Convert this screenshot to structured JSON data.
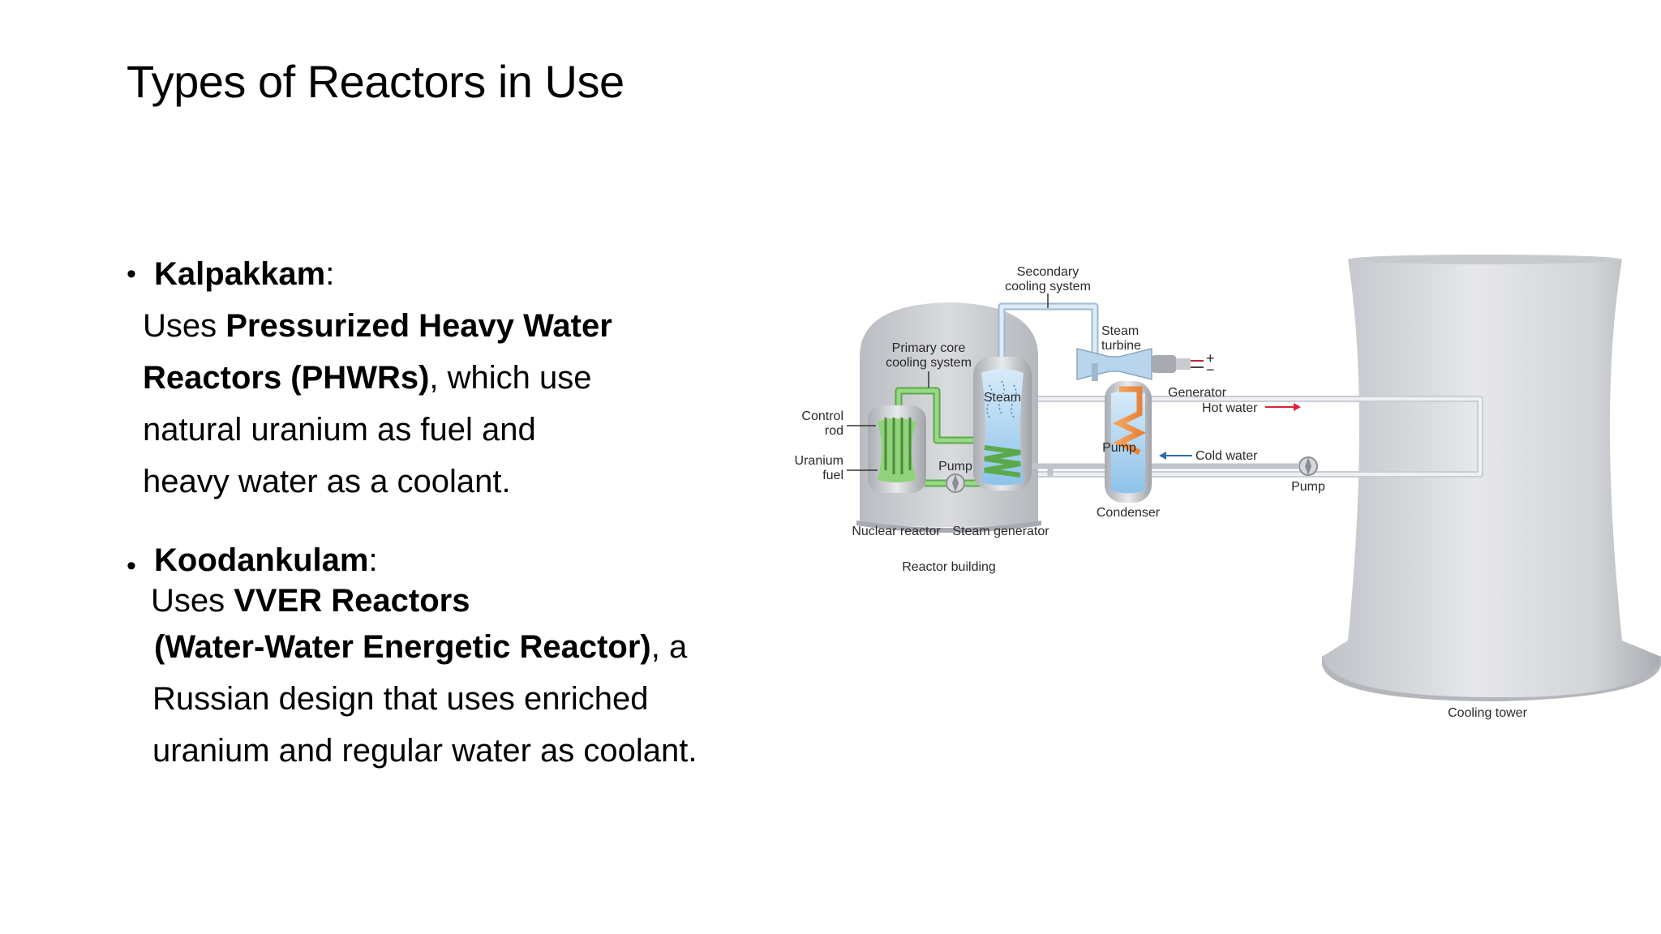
{
  "title": "Types of Reactors in Use",
  "bullets": [
    {
      "head": "Kalpakkam",
      "head_suffix": ":",
      "lines": [
        {
          "pre": "Uses ",
          "bold": "Pressurized Heavy Water",
          "post": ""
        },
        {
          "pre": "",
          "bold": "Reactors (PHWRs)",
          "post": ", which use"
        },
        {
          "pre": "natural uranium as fuel and",
          "bold": "",
          "post": ""
        },
        {
          "pre": "heavy water as a coolant.",
          "bold": "",
          "post": ""
        }
      ]
    },
    {
      "head": "Koodankulam",
      "head_suffix": ":",
      "lines": [
        {
          "pre": "Uses ",
          "bold": "VVER Reactors",
          "post": ""
        },
        {
          "pre": "",
          "bold": "(Water-Water Energetic Reactor)",
          "post": ", a"
        },
        {
          "pre": "Russian design that uses enriched",
          "bold": "",
          "post": ""
        },
        {
          "pre": "uranium and regular water as coolant.",
          "bold": "",
          "post": ""
        }
      ]
    }
  ],
  "diagram": {
    "labels": {
      "secondary_1": "Secondary",
      "secondary_2": "cooling system",
      "primary_1": "Primary core",
      "primary_2": "cooling system",
      "steam_turbine_1": "Steam",
      "steam_turbine_2": "turbine",
      "generator": "Generator",
      "plus_minus": "+",
      "minus": "−",
      "steam": "Steam",
      "hot_water": "Hot water",
      "cold_water": "Cold water",
      "control_rod_1": "Control",
      "control_rod_2": "rod",
      "uranium_fuel_1": "Uranium",
      "uranium_fuel_2": "fuel",
      "pump_reactor": "Pump",
      "pump_condenser": "Pump",
      "pump_tower": "Pump",
      "condenser": "Condenser",
      "nuclear_reactor": "Nuclear reactor",
      "steam_generator": "Steam generator",
      "reactor_building": "Reactor building",
      "cooling_tower": "Cooling tower"
    },
    "colors": {
      "hot_arrow": "#e0223a",
      "cold_arrow": "#2a6fb5",
      "primary_loop": "#7cc768",
      "secondary_loop": "#b9d4ea",
      "building": "#c9cbcf",
      "tower": "#d4d6da"
    }
  }
}
